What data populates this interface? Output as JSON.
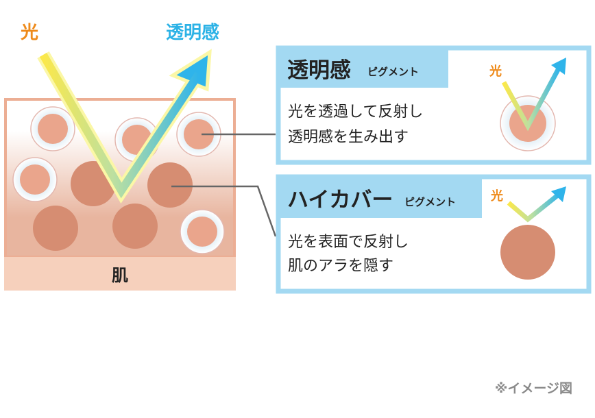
{
  "diagram": {
    "light_label": "光",
    "transparency_label": "透明感",
    "skin_label": "肌",
    "note": "※イメージ図"
  },
  "panels": [
    {
      "title": "透明感",
      "subtitle": "ピグメント",
      "lines": [
        "光を透過して反射し",
        "透明感を生み出す"
      ],
      "icon_label": "光"
    },
    {
      "title": "ハイカバー",
      "subtitle": "ピグメント",
      "lines": [
        "光を表面で反射し",
        "肌のアラを隠す"
      ],
      "icon_label": "光"
    }
  ],
  "colors": {
    "orange": "#ee8a1a",
    "blue": "#2bb2e6",
    "panel_border": "#a3d9f2",
    "dense_pigment": "#d68d72",
    "transparent_pigment": "#eaa58c",
    "skin": "#f6d0bc"
  }
}
